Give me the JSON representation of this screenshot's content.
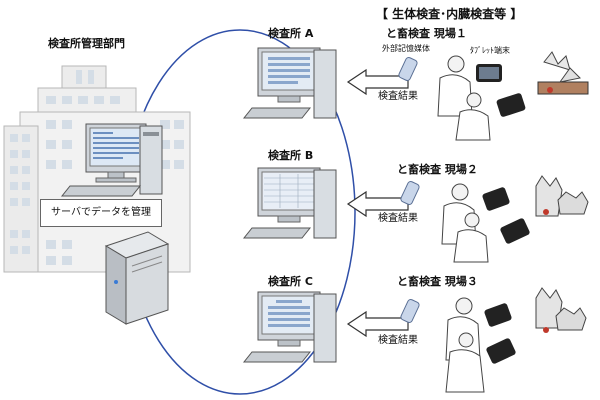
{
  "header": {
    "title": "【 生体検査･内臓検査等 】"
  },
  "hq": {
    "title": "検査所管理部門",
    "server_note": "サーバでデータを管理"
  },
  "sites": [
    {
      "label": "検査所 A",
      "scene": "と畜検査 現場１",
      "result": "検査結果"
    },
    {
      "label": "検査所 B",
      "scene": "と畜検査 現場２",
      "result": "検査結果"
    },
    {
      "label": "検査所 C",
      "scene": "と畜検査 現場３",
      "result": "検査結果"
    }
  ],
  "device_labels": {
    "storage": "外部記憶媒体",
    "tablet": "ﾀﾌﾞﾚｯﾄ端末"
  }
}
